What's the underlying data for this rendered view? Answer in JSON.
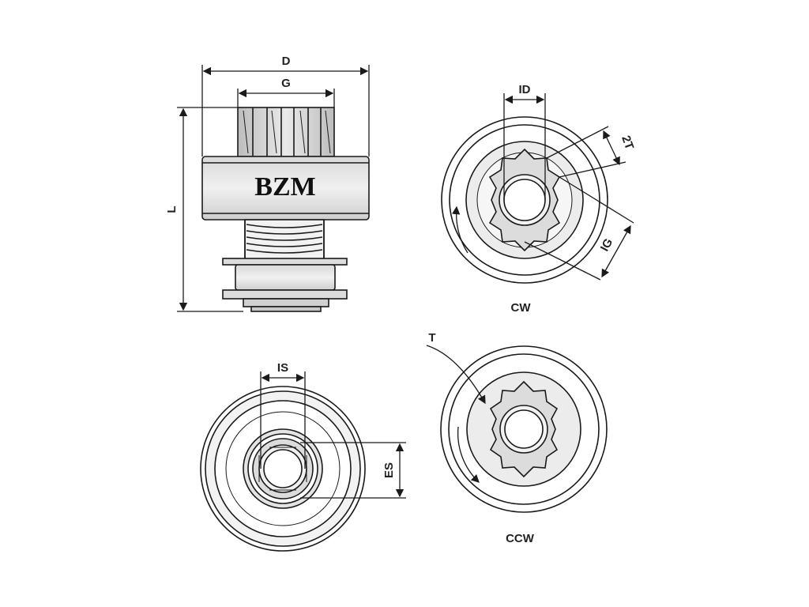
{
  "brand": "BZM",
  "labels": {
    "d": "D",
    "g": "G",
    "l": "L",
    "id": "ID",
    "two_t": "2T",
    "ig": "IG",
    "is": "IS",
    "es": "ES",
    "t": "T"
  },
  "views": {
    "cw": "CW",
    "ccw": "CCW"
  },
  "colors": {
    "line": "#1a1a1a",
    "fill_dark": "#cfcfcf",
    "fill_light": "#e6e6e6",
    "background": "#ffffff"
  }
}
